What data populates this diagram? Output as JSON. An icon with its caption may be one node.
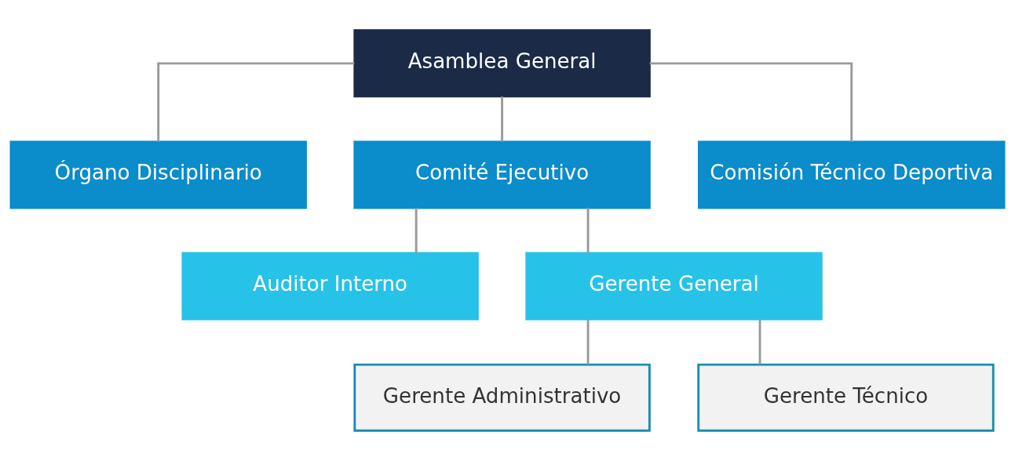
{
  "diagram": {
    "nodes": [
      {
        "text": [
          "Asamblea General"
        ]
      },
      {
        "text": [
          "Órgano Disciplinario"
        ]
      },
      {
        "text": [
          "Comité Ejecutivo"
        ]
      },
      {
        "text": [
          "Comisión Técnico Deportiva"
        ]
      },
      {
        "text": [
          "Auditor Interno"
        ]
      },
      {
        "text": [
          "Gerente General"
        ]
      },
      {
        "text": [
          "Gerente Administrativo"
        ]
      },
      {
        "text": [
          "Gerente Técnico"
        ]
      }
    ],
    "edges": [
      {
        "from": 0,
        "to": 1,
        "arrow": "none"
      },
      {
        "from": 0,
        "to": 2,
        "arrow": "none"
      },
      {
        "from": 0,
        "to": 3,
        "arrow": "none"
      },
      {
        "from": 2,
        "to": 4,
        "arrow": "none"
      },
      {
        "from": 2,
        "to": 5,
        "arrow": "none"
      },
      {
        "from": 5,
        "to": 6,
        "arrow": "none"
      },
      {
        "from": 5,
        "to": 7,
        "arrow": "none"
      }
    ]
  }
}
